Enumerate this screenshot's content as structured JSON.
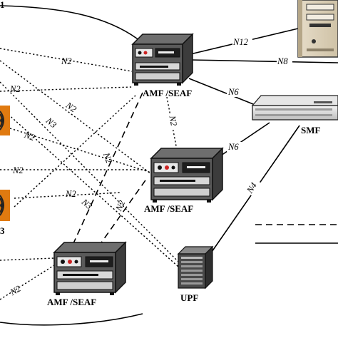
{
  "nodes": {
    "amf_top": {
      "label": "AMF /SEAF"
    },
    "amf_middle": {
      "label": "AMF /SEAF"
    },
    "amf_bottom": {
      "label": "AMF /SEAF"
    },
    "smf": {
      "label": "SMF"
    },
    "upf": {
      "label": "UPF"
    },
    "left_fragment_top": {
      "label": "1"
    },
    "left_fragment_bottom": {
      "label": "3"
    }
  },
  "links": {
    "n12": "N12",
    "n8": "N8",
    "n6_top": "N6",
    "n6_mid": "N6",
    "n4": "N4",
    "n2_amf_vertical": "N2",
    "n2_a": "N2",
    "n2_b": "N2",
    "n2_c": "N2",
    "n2_d": "N2",
    "n2_e": "N2",
    "n2_f": "N2",
    "n2_g": "N2",
    "n2_h": "N2",
    "n2_i": "N2",
    "n3_a": "N3",
    "n3_b": "N3"
  }
}
